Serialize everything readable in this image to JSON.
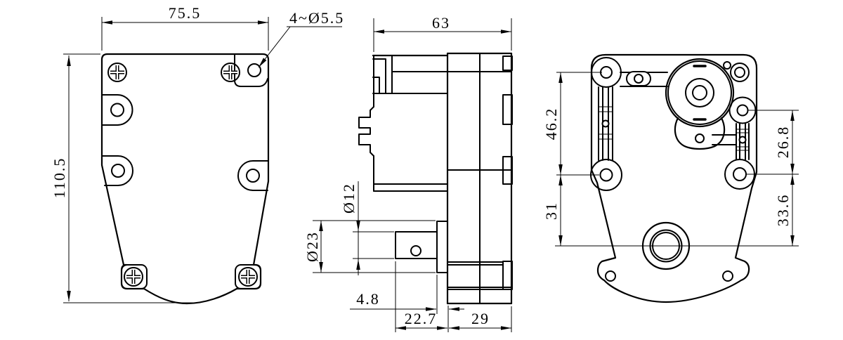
{
  "drawing": {
    "background": "#ffffff",
    "line_color": "#000000",
    "views": {
      "front": {
        "dims": {
          "width": "75.5",
          "height": "110.5",
          "mount_holes": "4~Ø5.5"
        }
      },
      "side": {
        "dims": {
          "overall_depth": "63",
          "shaft_diameter": "Ø12",
          "boss_diameter": "Ø23",
          "boss_length": "4.8",
          "shaft_projection": "22.7",
          "gearbox_depth": "29"
        }
      },
      "back": {
        "dims": {
          "left_upper_span": "46.2",
          "left_lower_span": "31",
          "right_upper_span": "26.8",
          "right_lower_span": "33.6"
        }
      }
    }
  }
}
